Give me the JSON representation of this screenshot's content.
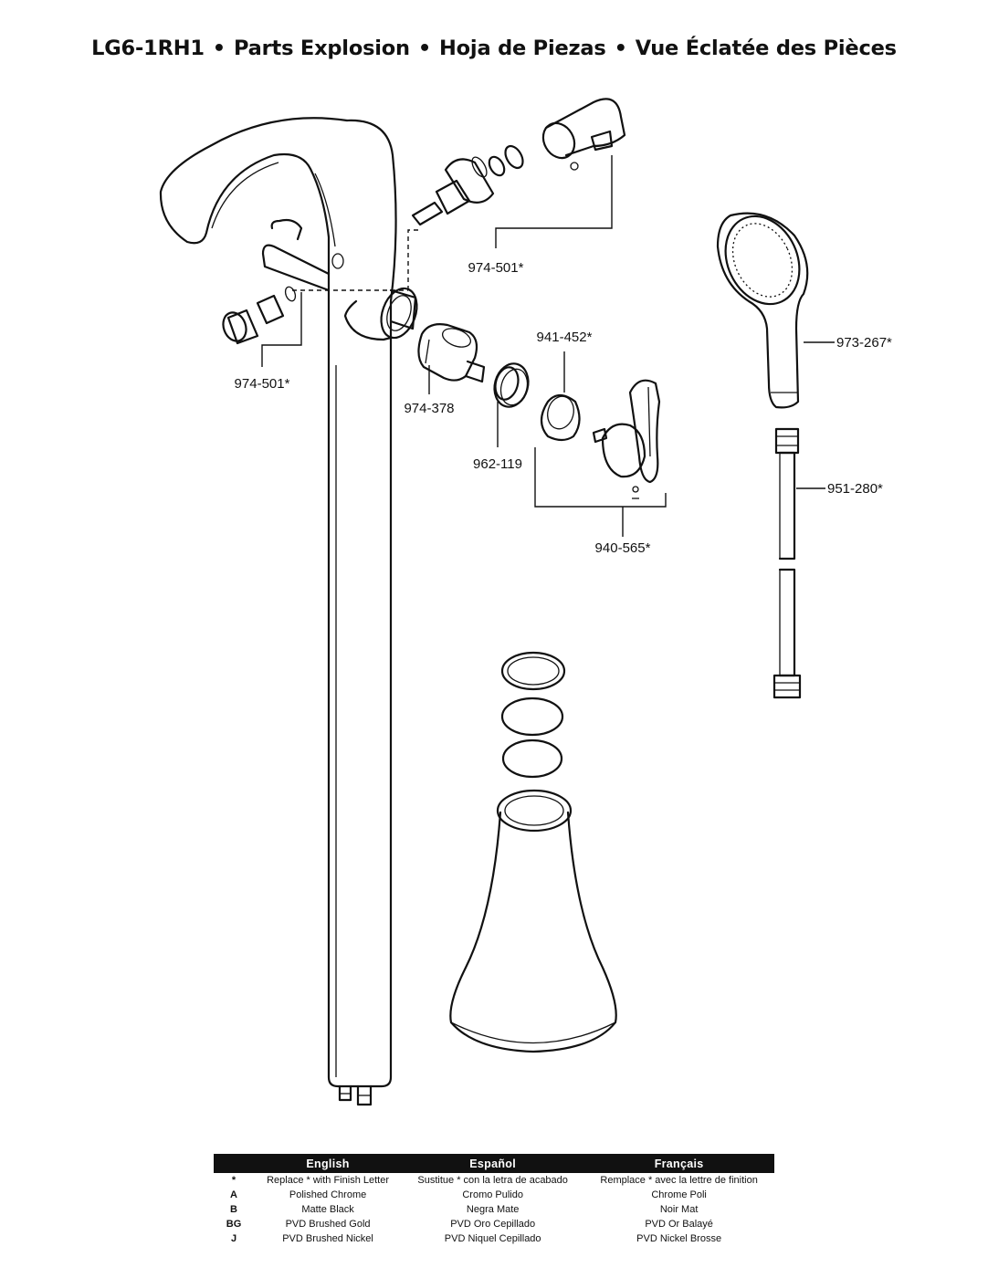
{
  "header": {
    "model": "LG6-1RH1",
    "sep": "•",
    "english": "Parts Explosion",
    "spanish": "Hoja de Piezas",
    "french": "Vue Éclatée des Pièces"
  },
  "parts": {
    "cartridge_upper": "974-501*",
    "cartridge_left": "974-501*",
    "valve_cartridge": "974-378",
    "bonnet_nut": "962-119",
    "escutcheon_cap": "941-452*",
    "handle_kit": "940-565*",
    "hand_shower": "973-267*",
    "hose": "951-280*"
  },
  "finish_table": {
    "headers": [
      "English",
      "Español",
      "Français"
    ],
    "rows": [
      {
        "code": "*",
        "en": "Replace * with Finish Letter",
        "es": "Sustitue * con la letra de acabado",
        "fr": "Remplace * avec la lettre de finition"
      },
      {
        "code": "A",
        "en": "Polished Chrome",
        "es": "Cromo Pulido",
        "fr": "Chrome Poli"
      },
      {
        "code": "B",
        "en": "Matte Black",
        "es": "Negra Mate",
        "fr": "Noir Mat"
      },
      {
        "code": "BG",
        "en": "PVD Brushed Gold",
        "es": "PVD Oro Cepillado",
        "fr": "PVD Or Balayé"
      },
      {
        "code": "J",
        "en": "PVD Brushed Nickel",
        "es": "PVD Niquel Cepillado",
        "fr": "PVD Nickel Brosse"
      }
    ]
  }
}
